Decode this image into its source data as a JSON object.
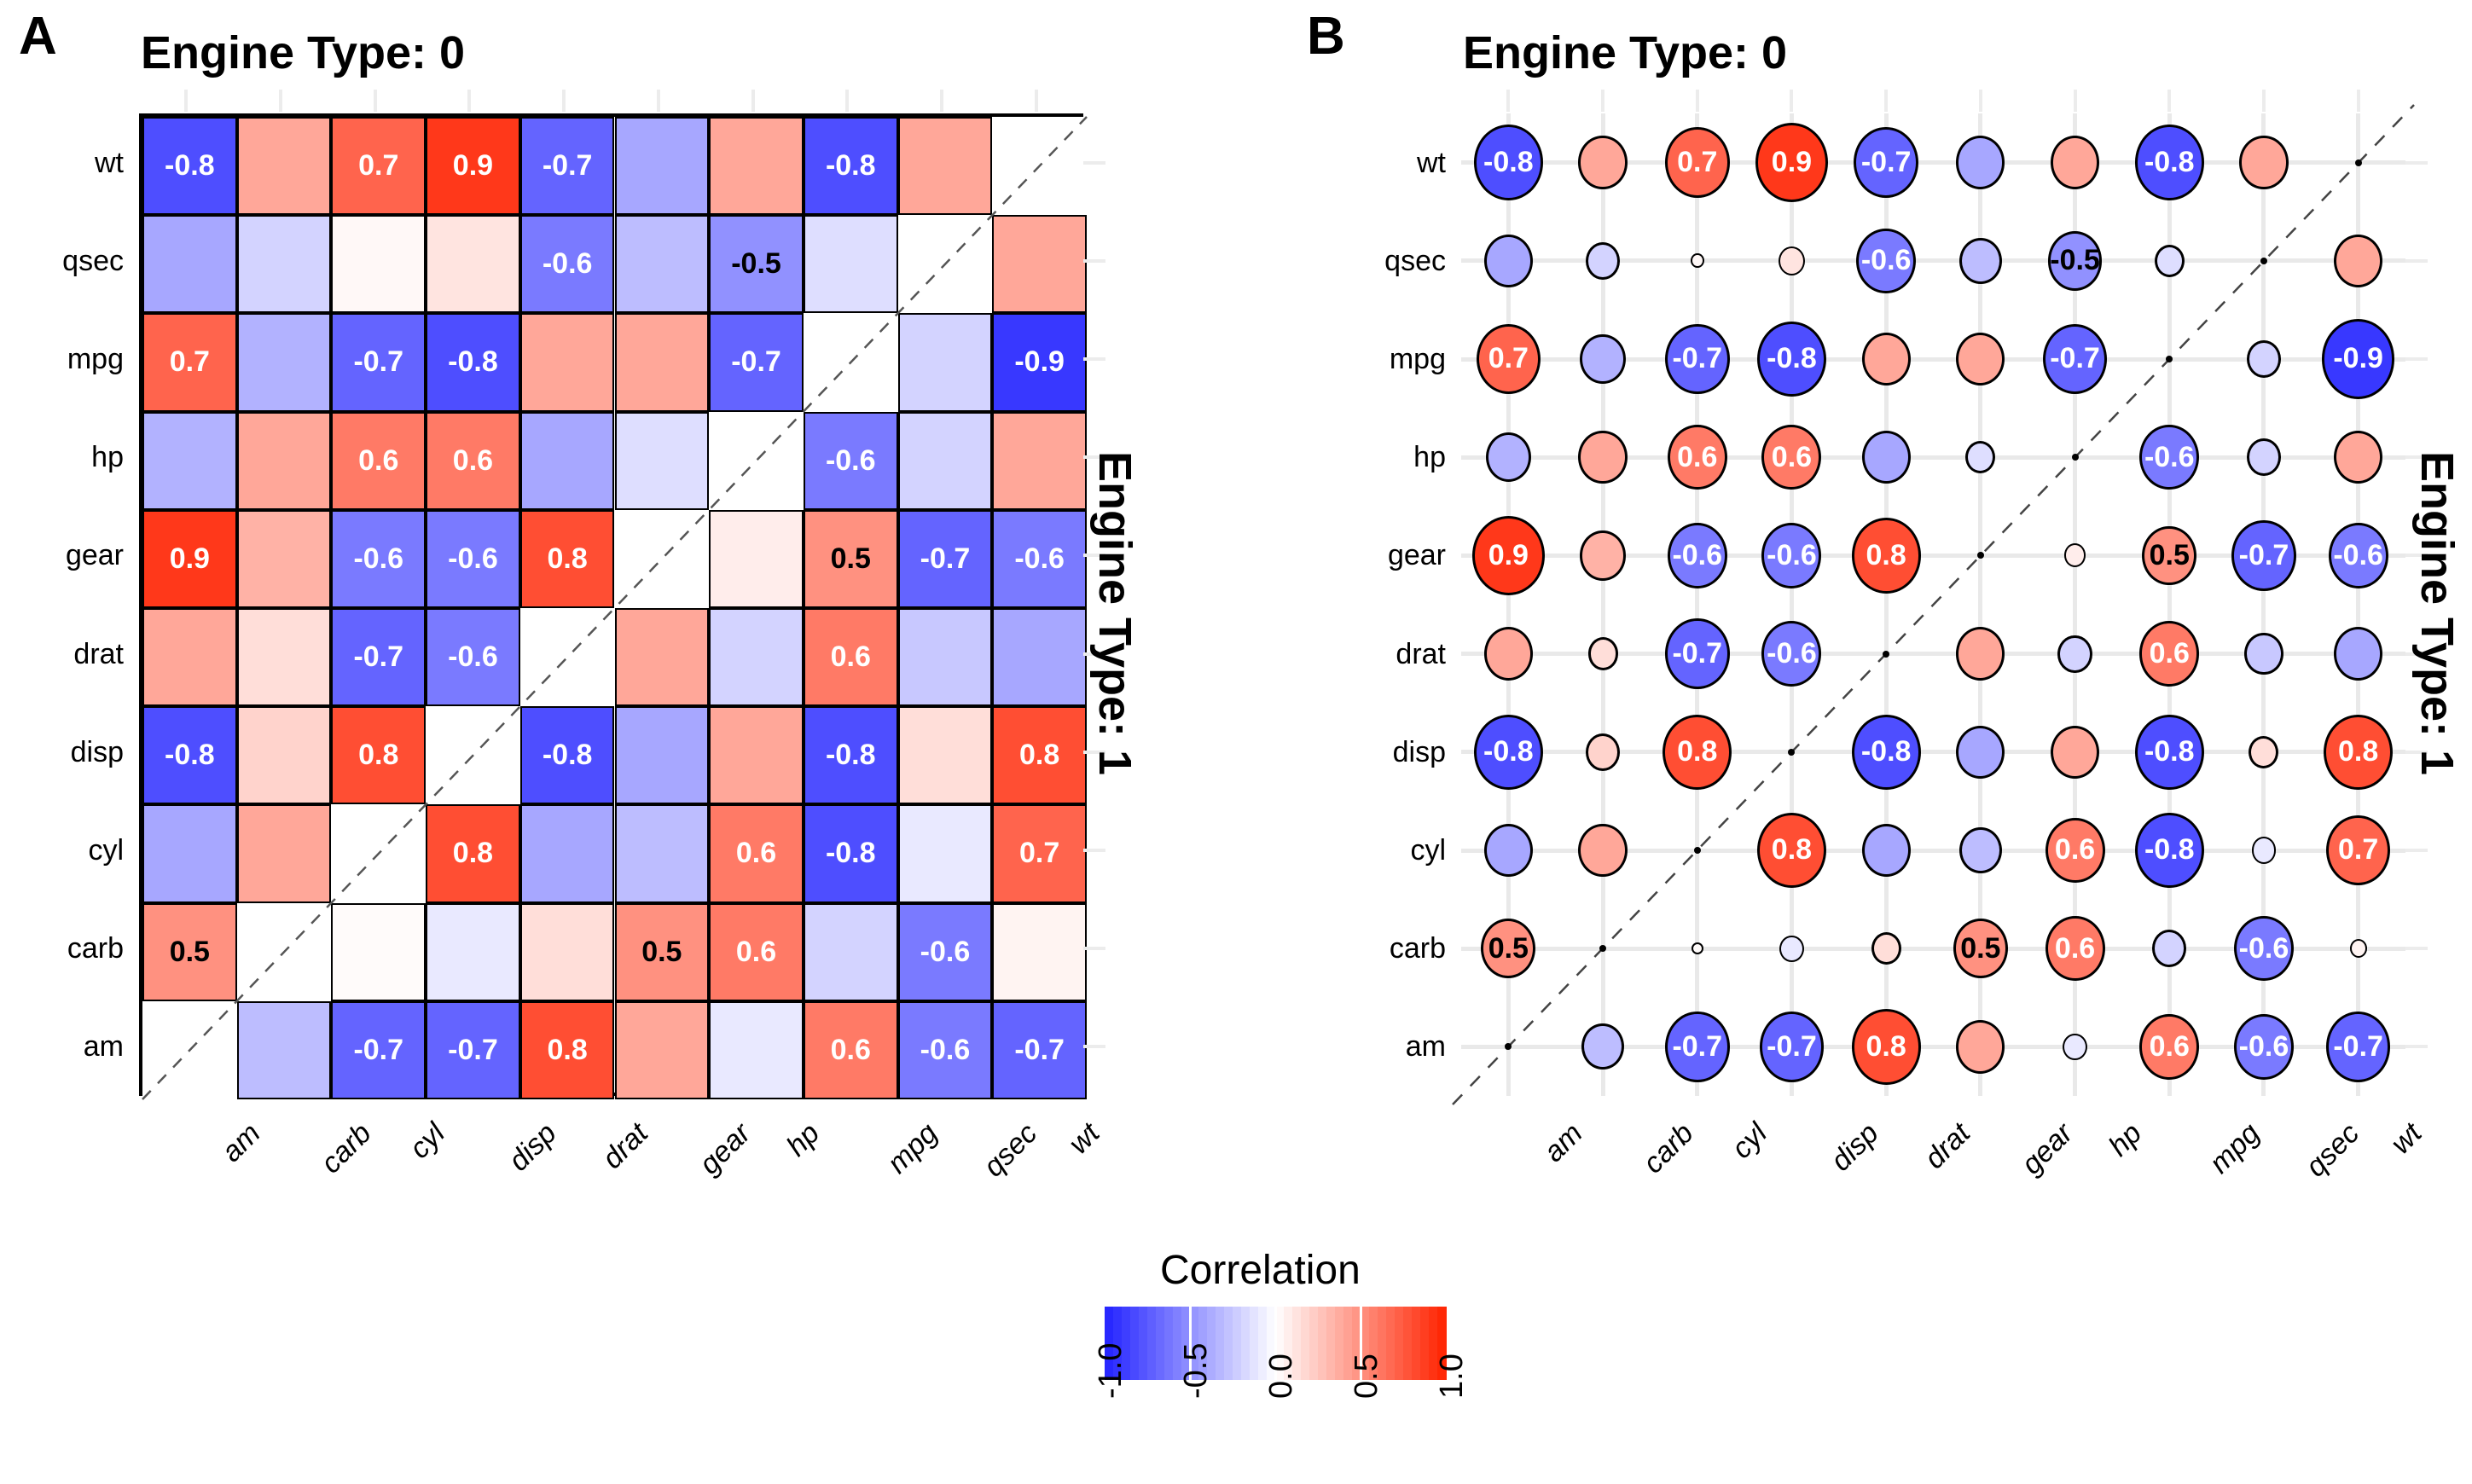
{
  "panels": [
    {
      "letter": "A",
      "title": "Engine Type: 0",
      "side_title": "Engine Type: 1",
      "kind": "tile"
    },
    {
      "letter": "B",
      "title": "Engine Type: 0",
      "side_title": "Engine Type: 1",
      "kind": "bubble"
    }
  ],
  "legend": {
    "title": "Correlation",
    "ticks": [
      "-1.0",
      "-0.5",
      "0.0",
      "0.5",
      "1.0"
    ],
    "low_color": "#2222ff",
    "mid_color": "#ffffff",
    "high_color": "#ff2200"
  },
  "chart_data": {
    "type": "heatmap",
    "title": "Engine Type: 0",
    "subtitle": "Engine Type: 1",
    "xlabel": "",
    "ylabel": "",
    "legend_title": "Correlation",
    "legend_position": "bottom",
    "grid": true,
    "zlim": [
      -1.0,
      1.0
    ],
    "value_label_threshold": 0.45,
    "note": "Upper-right triangle = Engine Type 0; lower-left triangle = Engine Type 1; anti-diagonal is blank with a dashed separator line.",
    "xticklabels": [
      "am",
      "carb",
      "cyl",
      "disp",
      "drat",
      "gear",
      "hp",
      "mpg",
      "qsec",
      "wt"
    ],
    "yticklabels": [
      "wt",
      "qsec",
      "mpg",
      "hp",
      "gear",
      "drat",
      "disp",
      "cyl",
      "carb",
      "am"
    ],
    "columns": [
      "am",
      "carb",
      "cyl",
      "disp",
      "drat",
      "gear",
      "hp",
      "mpg",
      "qsec",
      "wt"
    ],
    "rows": [
      "wt",
      "qsec",
      "mpg",
      "hp",
      "gear",
      "drat",
      "disp",
      "cyl",
      "carb",
      "am"
    ],
    "matrix": [
      [
        -0.8,
        0.4,
        0.7,
        0.9,
        -0.7,
        -0.4,
        0.4,
        -0.8,
        0.4,
        null
      ],
      [
        -0.4,
        -0.2,
        0.03,
        0.12,
        -0.6,
        -0.3,
        -0.5,
        -0.15,
        null,
        0.4
      ],
      [
        0.7,
        -0.35,
        -0.7,
        -0.8,
        0.4,
        0.4,
        -0.7,
        null,
        -0.2,
        -0.9
      ],
      [
        -0.35,
        0.4,
        0.6,
        0.6,
        -0.4,
        -0.15,
        null,
        -0.6,
        -0.2,
        0.4
      ],
      [
        0.9,
        0.35,
        -0.6,
        -0.6,
        0.8,
        null,
        0.08,
        0.5,
        -0.7,
        -0.6
      ],
      [
        0.4,
        0.15,
        -0.7,
        -0.6,
        null,
        0.4,
        -0.2,
        0.6,
        -0.25,
        -0.4
      ],
      [
        -0.8,
        0.2,
        0.8,
        null,
        -0.8,
        -0.4,
        0.4,
        -0.8,
        0.15,
        0.8
      ],
      [
        -0.4,
        0.4,
        null,
        0.8,
        -0.4,
        -0.3,
        0.6,
        -0.8,
        -0.1,
        0.7
      ],
      [
        0.5,
        null,
        0.02,
        -0.1,
        0.15,
        0.5,
        0.6,
        -0.2,
        -0.6,
        0.05
      ],
      [
        null,
        -0.3,
        -0.7,
        -0.7,
        0.8,
        0.4,
        -0.1,
        0.6,
        -0.6,
        -0.7
      ]
    ],
    "labels": [
      [
        "-0.8",
        "",
        "0.7",
        "0.9",
        "-0.7",
        "",
        "",
        "-0.8",
        "",
        ""
      ],
      [
        "",
        "",
        "",
        "",
        "-0.6",
        "",
        "-0.5",
        "",
        "",
        ""
      ],
      [
        "0.7",
        "",
        "-0.7",
        "-0.8",
        "",
        "",
        "-0.7",
        "",
        "",
        "-0.9"
      ],
      [
        "",
        "",
        "0.6",
        "0.6",
        "",
        "",
        "",
        "-0.6",
        "",
        ""
      ],
      [
        "0.9",
        "",
        "-0.6",
        "-0.6",
        "0.8",
        "",
        "",
        "0.5",
        "-0.7",
        "-0.6"
      ],
      [
        "",
        "",
        "-0.7",
        "-0.6",
        "",
        "",
        "",
        "0.6",
        "",
        ""
      ],
      [
        "-0.8",
        "",
        "0.8",
        "",
        "-0.8",
        "",
        "",
        "-0.8",
        "",
        "0.8"
      ],
      [
        "",
        "",
        "",
        "0.8",
        "",
        "",
        "0.6",
        "-0.8",
        "",
        "0.7"
      ],
      [
        "0.5",
        "",
        "",
        "",
        "",
        "0.5",
        "0.6",
        "",
        "-0.6",
        ""
      ],
      [
        "",
        "",
        "-0.7",
        "-0.7",
        "0.8",
        "",
        "",
        "0.6",
        "-0.6",
        "-0.7"
      ]
    ]
  }
}
